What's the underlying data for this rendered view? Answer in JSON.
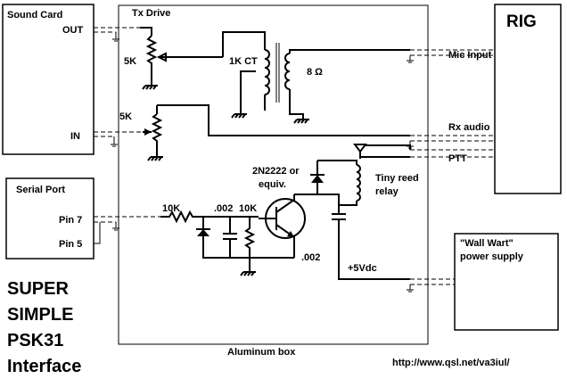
{
  "sound_card": {
    "title": "Sound Card",
    "out": "OUT",
    "in": "IN"
  },
  "tx_drive": {
    "label": "Tx Drive",
    "pot_out": "5K",
    "pot_in": "5K"
  },
  "transformer": {
    "primary": "1K CT",
    "secondary": "8 Ω"
  },
  "rig": {
    "title": "RIG",
    "mic": "Mic Input",
    "rx": "Rx audio",
    "ptt": "PTT"
  },
  "serial_port": {
    "title": "Serial Port",
    "pin7": "Pin 7",
    "pin5": "Pin 5"
  },
  "components": {
    "r_base": "10K",
    "c_base": ".002",
    "r_pull": "10K",
    "c_collector": ".002",
    "transistor_line1": "2N2222 or",
    "transistor_line2": "equiv.",
    "relay_line1": "Tiny reed",
    "relay_line2": "relay",
    "vdc": "+5Vdc"
  },
  "power_supply": {
    "line1": "\"Wall Wart\"",
    "line2": "power supply"
  },
  "box_label": "Aluminum box",
  "title_lines": [
    "SUPER",
    "SIMPLE",
    "PSK31",
    "Interface"
  ],
  "url": "http://www.qsl.net/va3iul/"
}
